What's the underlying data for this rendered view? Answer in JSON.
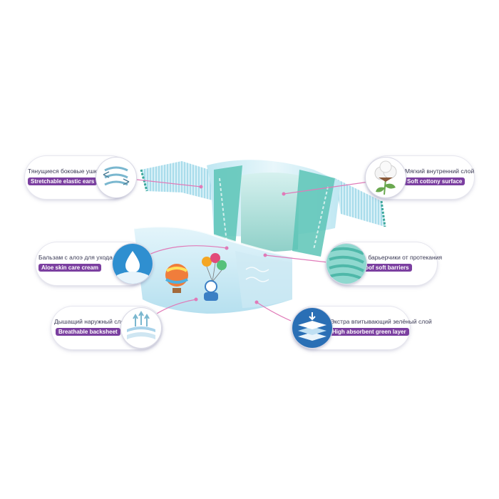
{
  "callouts": {
    "elastic_ears": {
      "ru": "Тянущиеся боковые ушки",
      "en": "Stretchable elastic ears",
      "icon": "elastic-ears-icon"
    },
    "soft_surface": {
      "ru": "Мягкий внутренний слой",
      "en": "Soft cottony surface",
      "icon": "cotton-flower-icon"
    },
    "aloe_cream": {
      "ru": "Бальзам с алоэ для ухода за кожей",
      "en": "Aloe skin care cream",
      "icon": "cream-drop-icon"
    },
    "leakproof": {
      "ru": "Нежные барьерчики от протекания",
      "en": "Leakproof soft barriers",
      "icon": "soft-barriers-icon"
    },
    "backsheet": {
      "ru": "Дышащий наружный слой",
      "en": "Breathable backsheet",
      "icon": "breathable-layer-icon"
    },
    "absorbent": {
      "ru": "Экстра впитывающий зелёный слой",
      "en": "High absorbent green layer",
      "icon": "absorbent-layers-icon"
    }
  },
  "colors": {
    "accent": "#7b3fa0",
    "leader_line": "#e07ab8",
    "diaper_blue": "#8fd3e6",
    "diaper_teal": "#55c1b5"
  }
}
